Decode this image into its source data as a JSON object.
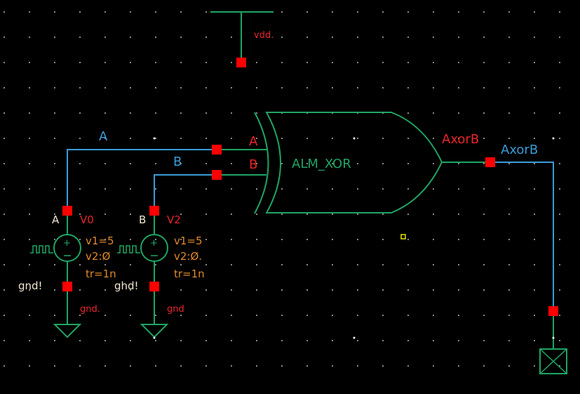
{
  "app": {
    "type": "schematic-editor",
    "background": "#000000"
  },
  "colors": {
    "wire": "#3b9bd6",
    "symbol": "#1fa463",
    "pin": "#ff0000",
    "pin_label": "#e8252a",
    "net_label": "#3b9bd6",
    "param": "#e0892a",
    "instance_name": "#e8252a",
    "text_white": "#f0e6d2",
    "grid_dot": "#8a8a8a",
    "selection": "#e6e600"
  },
  "supply": {
    "name": "vdd."
  },
  "gate": {
    "name": "ALM_XOR",
    "pins": {
      "in_a": "A",
      "in_b": "B",
      "out": "AxorB"
    }
  },
  "nets": {
    "a": "A",
    "b": "B",
    "out": "AxorB"
  },
  "sources": [
    {
      "net_label": "A",
      "name": "V0",
      "v1": "v1=5",
      "v2": "v2:Ø",
      "tr": "tr=1n",
      "gnd_pin": "gnd!",
      "gnd_label": "gnd."
    },
    {
      "net_label": "B",
      "name": "V2",
      "v1": "v1=5",
      "v2": "v2:Ø.",
      "tr": "tr=1n",
      "gnd_pin": "ghd!",
      "gnd_label": "gnd"
    }
  ],
  "output_terminal": {
    "icon": "boxed-x-terminal-icon"
  }
}
